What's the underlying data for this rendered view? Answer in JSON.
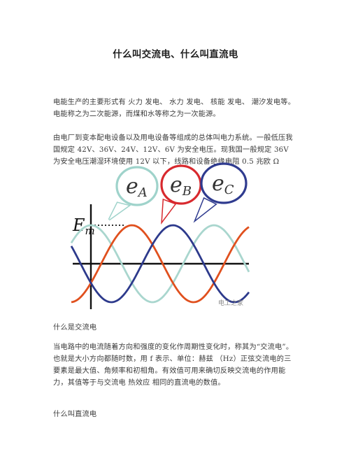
{
  "document": {
    "title": "什么叫交流电、什么叫直流电",
    "paragraph1": "电能生产的主要形式有 火力 发电、 水力 发电、 核能 发电、 潮汐发电等。电能称之为二次能源，而煤和水等称之为一次能源。",
    "paragraph2": "由电厂到变本配电设备以及用电设备等组成的总体叫电力系统。一般低压我国规定 42V、36V、24V、12V、6V 为安全电压。现我国一般规定 36V 为安全电压潮湿环境使用 12V 以下，线路和设备绝缘电阻 0.5 兆欧 Ω",
    "heading_ac": "什么是交流电",
    "paragraph_ac": "当电路中的电流随着方向和强度的变化作周期性变化时，称其为“交流电”。也就是大小方向都随时数，用 f 表示、单位：赫兹 （Hz）正弦交流电的三要素是最大值、角频率和初相角。有效值可用来确切反映交流电的作用能力，其值等于与交流电 热效应 相同的直流电的数值。",
    "heading_dc": "什么叫直流电"
  },
  "figure": {
    "axis_label_main": "E",
    "axis_label_sub": "m",
    "bubbles": [
      {
        "main": "e",
        "sub": "A",
        "color": "#9fd3cb"
      },
      {
        "main": "e",
        "sub": "B",
        "color": "#d8292e"
      },
      {
        "main": "e",
        "sub": "C",
        "color": "#2f3b8f"
      }
    ],
    "watermark": "电工之家",
    "wave_colors": {
      "a": "#a9d6ce",
      "b": "#e0501e",
      "c": "#2d3a8c"
    }
  }
}
